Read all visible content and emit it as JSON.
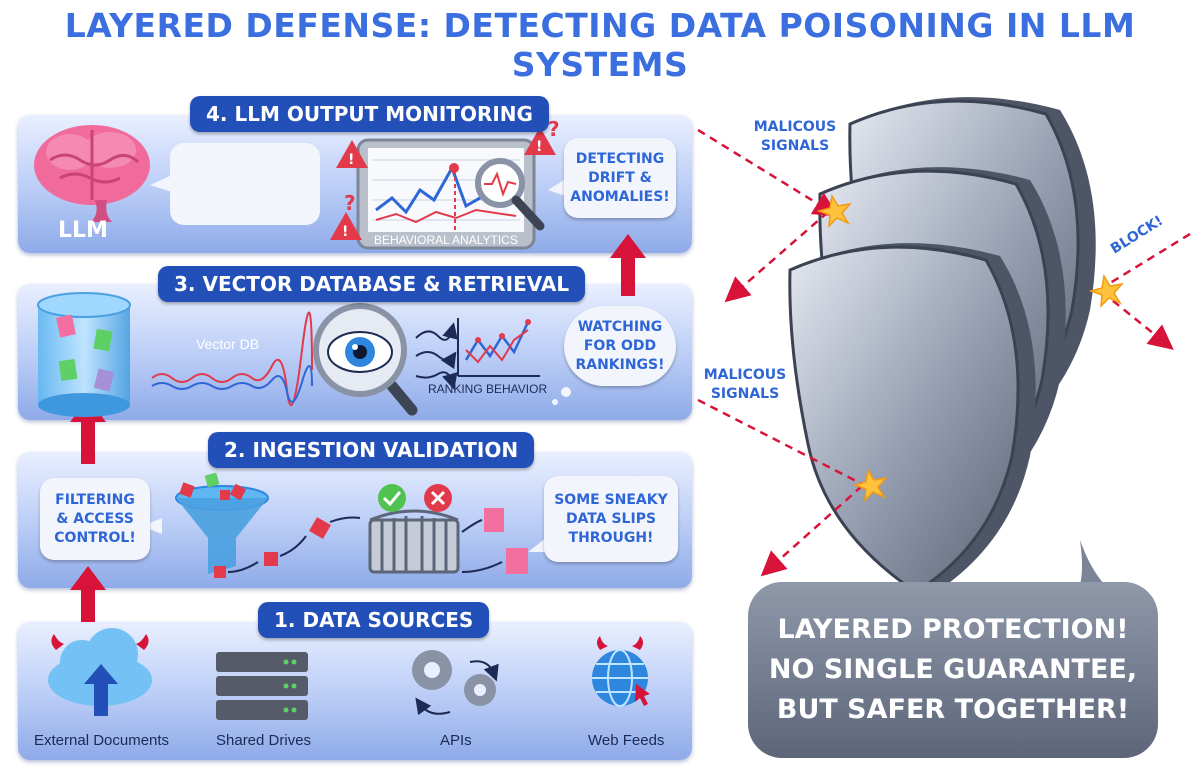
{
  "title": "LAYERED DEFENSE: DETECTING DATA POISONING IN LLM SYSTEMS",
  "layers": {
    "monitoring": {
      "badge": "4. LLM OUTPUT MONITORING",
      "llm_label": "LLM",
      "analytics_label": "BEHAVIORAL ANALYTICS",
      "bubble": [
        "DETECTING",
        "DRIFT &",
        "ANOMALIES!"
      ]
    },
    "vector": {
      "badge": "3. VECTOR DATABASE & RETRIEVAL",
      "db_label": "Vector DB",
      "ranking_label": "RANKING BEHAVIOR",
      "bubble": [
        "WATCHING",
        "FOR ODD",
        "RANKINGS!"
      ]
    },
    "ingestion": {
      "badge": "2. INGESTION VALIDATION",
      "filter_bubble": [
        "FILTERING",
        "& ACCESS",
        "CONTROL!"
      ],
      "slip_bubble": [
        "SOME SNEAKY",
        "DATA SLIPS",
        "THROUGH!"
      ]
    },
    "sources": {
      "badge": "1. DATA SOURCES",
      "items": [
        "External Documents",
        "Shared Drives",
        "APIs",
        "Web Feeds"
      ]
    }
  },
  "shield": {
    "malicious_top": [
      "MALICOUS",
      "SIGNALS"
    ],
    "malicious_bottom": [
      "MALICOUS",
      "SIGNALS"
    ],
    "block": "BLOCK!",
    "summary": [
      "LAYERED PROTECTION!",
      "NO SINGLE GUARANTEE,",
      "BUT SAFER TOGETHER!"
    ]
  },
  "colors": {
    "accent": "#2350b8",
    "title": "#3b6fe0",
    "arrow_red": "#d8133a",
    "panel_light": "#e9efff",
    "panel_dark": "#8eaae8"
  }
}
